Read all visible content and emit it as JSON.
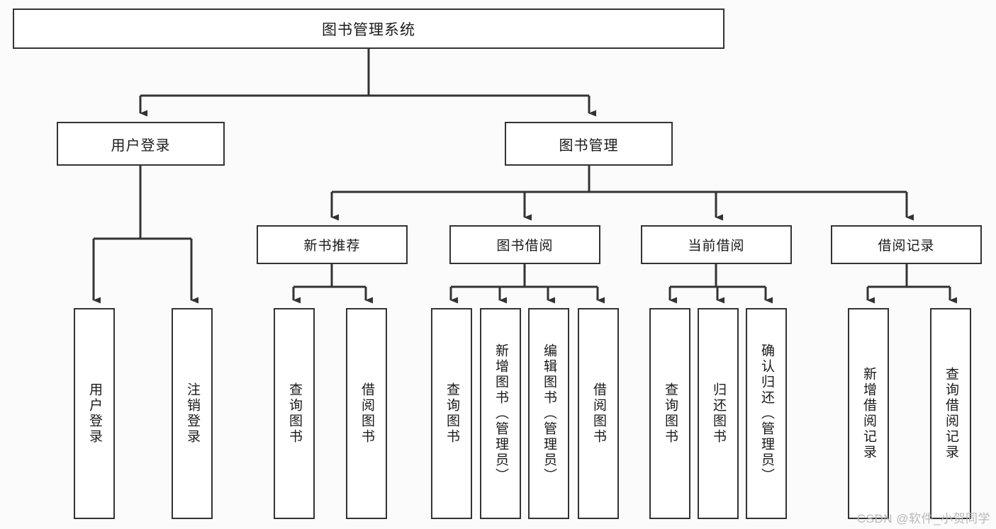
{
  "diagram": {
    "title": "图书管理系统",
    "type": "tree-diagram",
    "root": {
      "label": "图书管理系统"
    },
    "level1": [
      {
        "label": "用户登录"
      },
      {
        "label": "图书管理"
      }
    ],
    "level2": [
      {
        "label": "新书推荐"
      },
      {
        "label": "图书借阅"
      },
      {
        "label": "当前借阅"
      },
      {
        "label": "借阅记录"
      }
    ],
    "leaves": {
      "user_login": [
        {
          "label": "用户登录"
        },
        {
          "label": "注销登录"
        }
      ],
      "new_book_recommend": [
        {
          "label": "查询图书"
        },
        {
          "label": "借阅图书"
        }
      ],
      "book_borrow": [
        {
          "label": "查询图书"
        },
        {
          "label": "新增图书（管理员）"
        },
        {
          "label": "编辑图书（管理员）"
        },
        {
          "label": "借阅图书"
        }
      ],
      "current_borrow": [
        {
          "label": "查询图书"
        },
        {
          "label": "归还图书"
        },
        {
          "label": "确认归还（管理员）"
        }
      ],
      "borrow_record": [
        {
          "label": "新增借阅记录"
        },
        {
          "label": "查询借阅记录"
        }
      ]
    }
  },
  "watermark": {
    "text": "CSDN @软件_小贺同学"
  },
  "colors": {
    "border": "#333333",
    "box_fill": "#ffffff",
    "background": "#fbfbfb",
    "text": "#1a1a1a",
    "watermark": "#b9b9b9"
  }
}
